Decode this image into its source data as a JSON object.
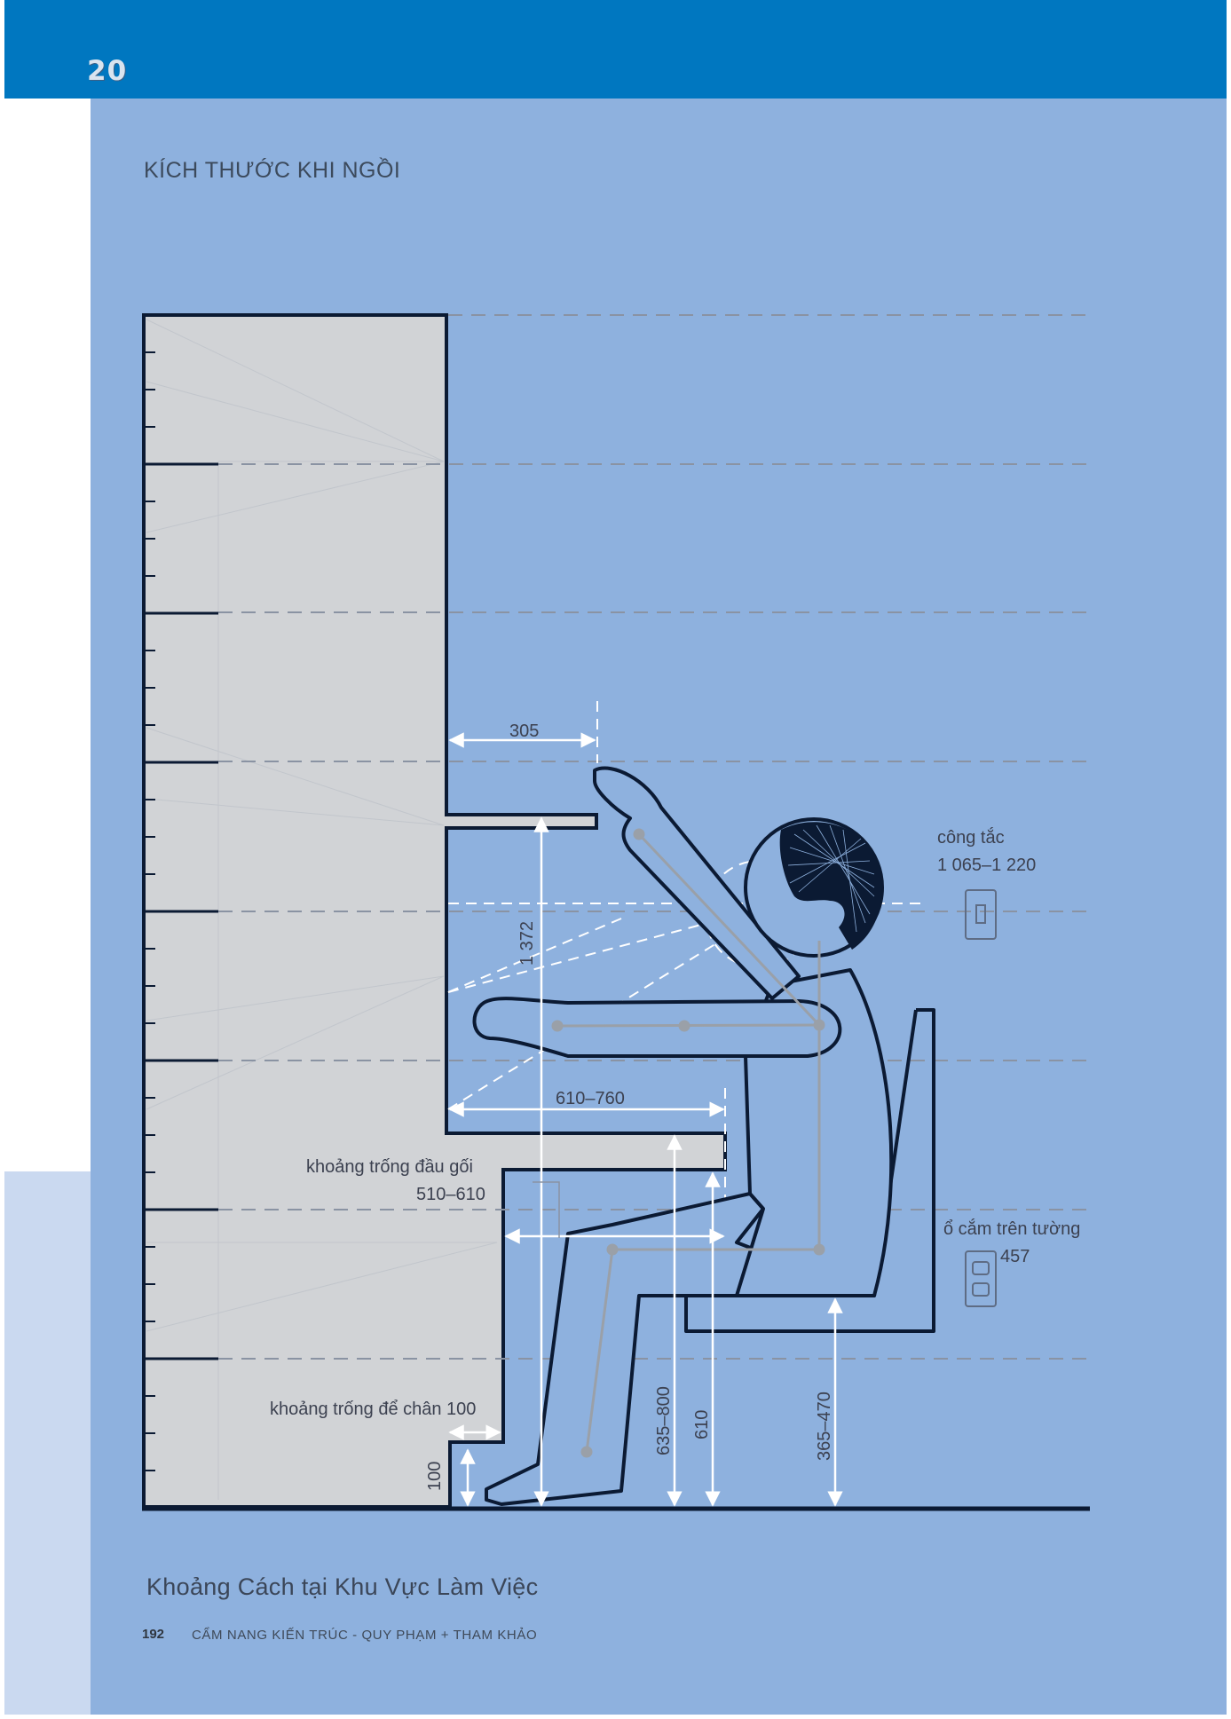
{
  "header": {
    "chapter_number": "20",
    "section_title": "KÍCH THƯỚC KHI NGỒI"
  },
  "diagram": {
    "labels": {
      "reach_depth": "305",
      "eye_height": "1 372",
      "desk_depth": "610–760",
      "switch_label": "công tắc",
      "switch_range": "1 065–1 220",
      "knee_clearance_label": "khoảng trống đầu gối",
      "knee_clearance_range": "510–610",
      "outlet_label": "ổ cắm trên tường",
      "outlet_height": "457",
      "toe_clearance_label": "khoảng trống để chân 100",
      "toe_height": "100",
      "desk_height_range": "635–800",
      "counter_height": "610",
      "seat_height_range": "365–470"
    },
    "colors": {
      "panel_background": "#8eb1de",
      "cabinet_fill": "#d1d3d6",
      "outline": "#0b1a33",
      "dimension_arrow": "#ffffff",
      "skeleton": "#9aa0a8"
    }
  },
  "footer": {
    "figure_title": "Khoảng Cách tại Khu Vực Làm Việc",
    "page_number": "192",
    "book_title": "CẨM NANG KIẾN TRÚC - QUY PHẠM + THAM KHẢO"
  }
}
